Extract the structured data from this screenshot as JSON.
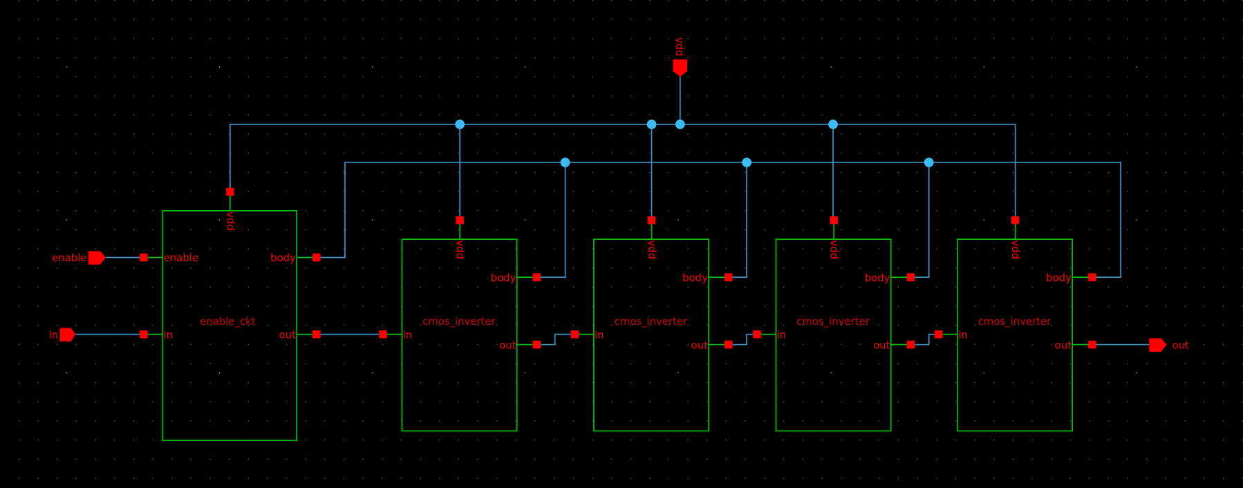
{
  "colors": {
    "background": "#000000",
    "wire": "#3a95c8",
    "junction": "#3cbcf5",
    "symbol": "#00c000",
    "pin": "#ff0000",
    "grid_minor": "#8a8a8a",
    "grid_major": "#ffffff"
  },
  "top_pins": {
    "enable": {
      "label": "enable",
      "direction": "input"
    },
    "in": {
      "label": "in",
      "direction": "input"
    },
    "vdd": {
      "label": "vdd",
      "direction": "inputOutput"
    },
    "out": {
      "label": "out",
      "direction": "output"
    }
  },
  "instances": [
    {
      "cell": "enable_ckt",
      "pins": {
        "vdd": "vdd",
        "enable": "enable",
        "in": "in",
        "body": "body",
        "out": "out"
      }
    },
    {
      "cell": "cmos_inverter",
      "pins": {
        "vdd": "vdd",
        "in": "in",
        "body": "body",
        "out": "out"
      }
    },
    {
      "cell": "cmos_inverter",
      "pins": {
        "vdd": "vdd",
        "in": "in",
        "body": "body",
        "out": "out"
      }
    },
    {
      "cell": "cmos_inverter",
      "pins": {
        "vdd": "vdd",
        "in": "in",
        "body": "body",
        "out": "out"
      }
    },
    {
      "cell": "cmos_inverter",
      "pins": {
        "vdd": "vdd",
        "in": "in",
        "body": "body",
        "out": "out"
      }
    }
  ]
}
